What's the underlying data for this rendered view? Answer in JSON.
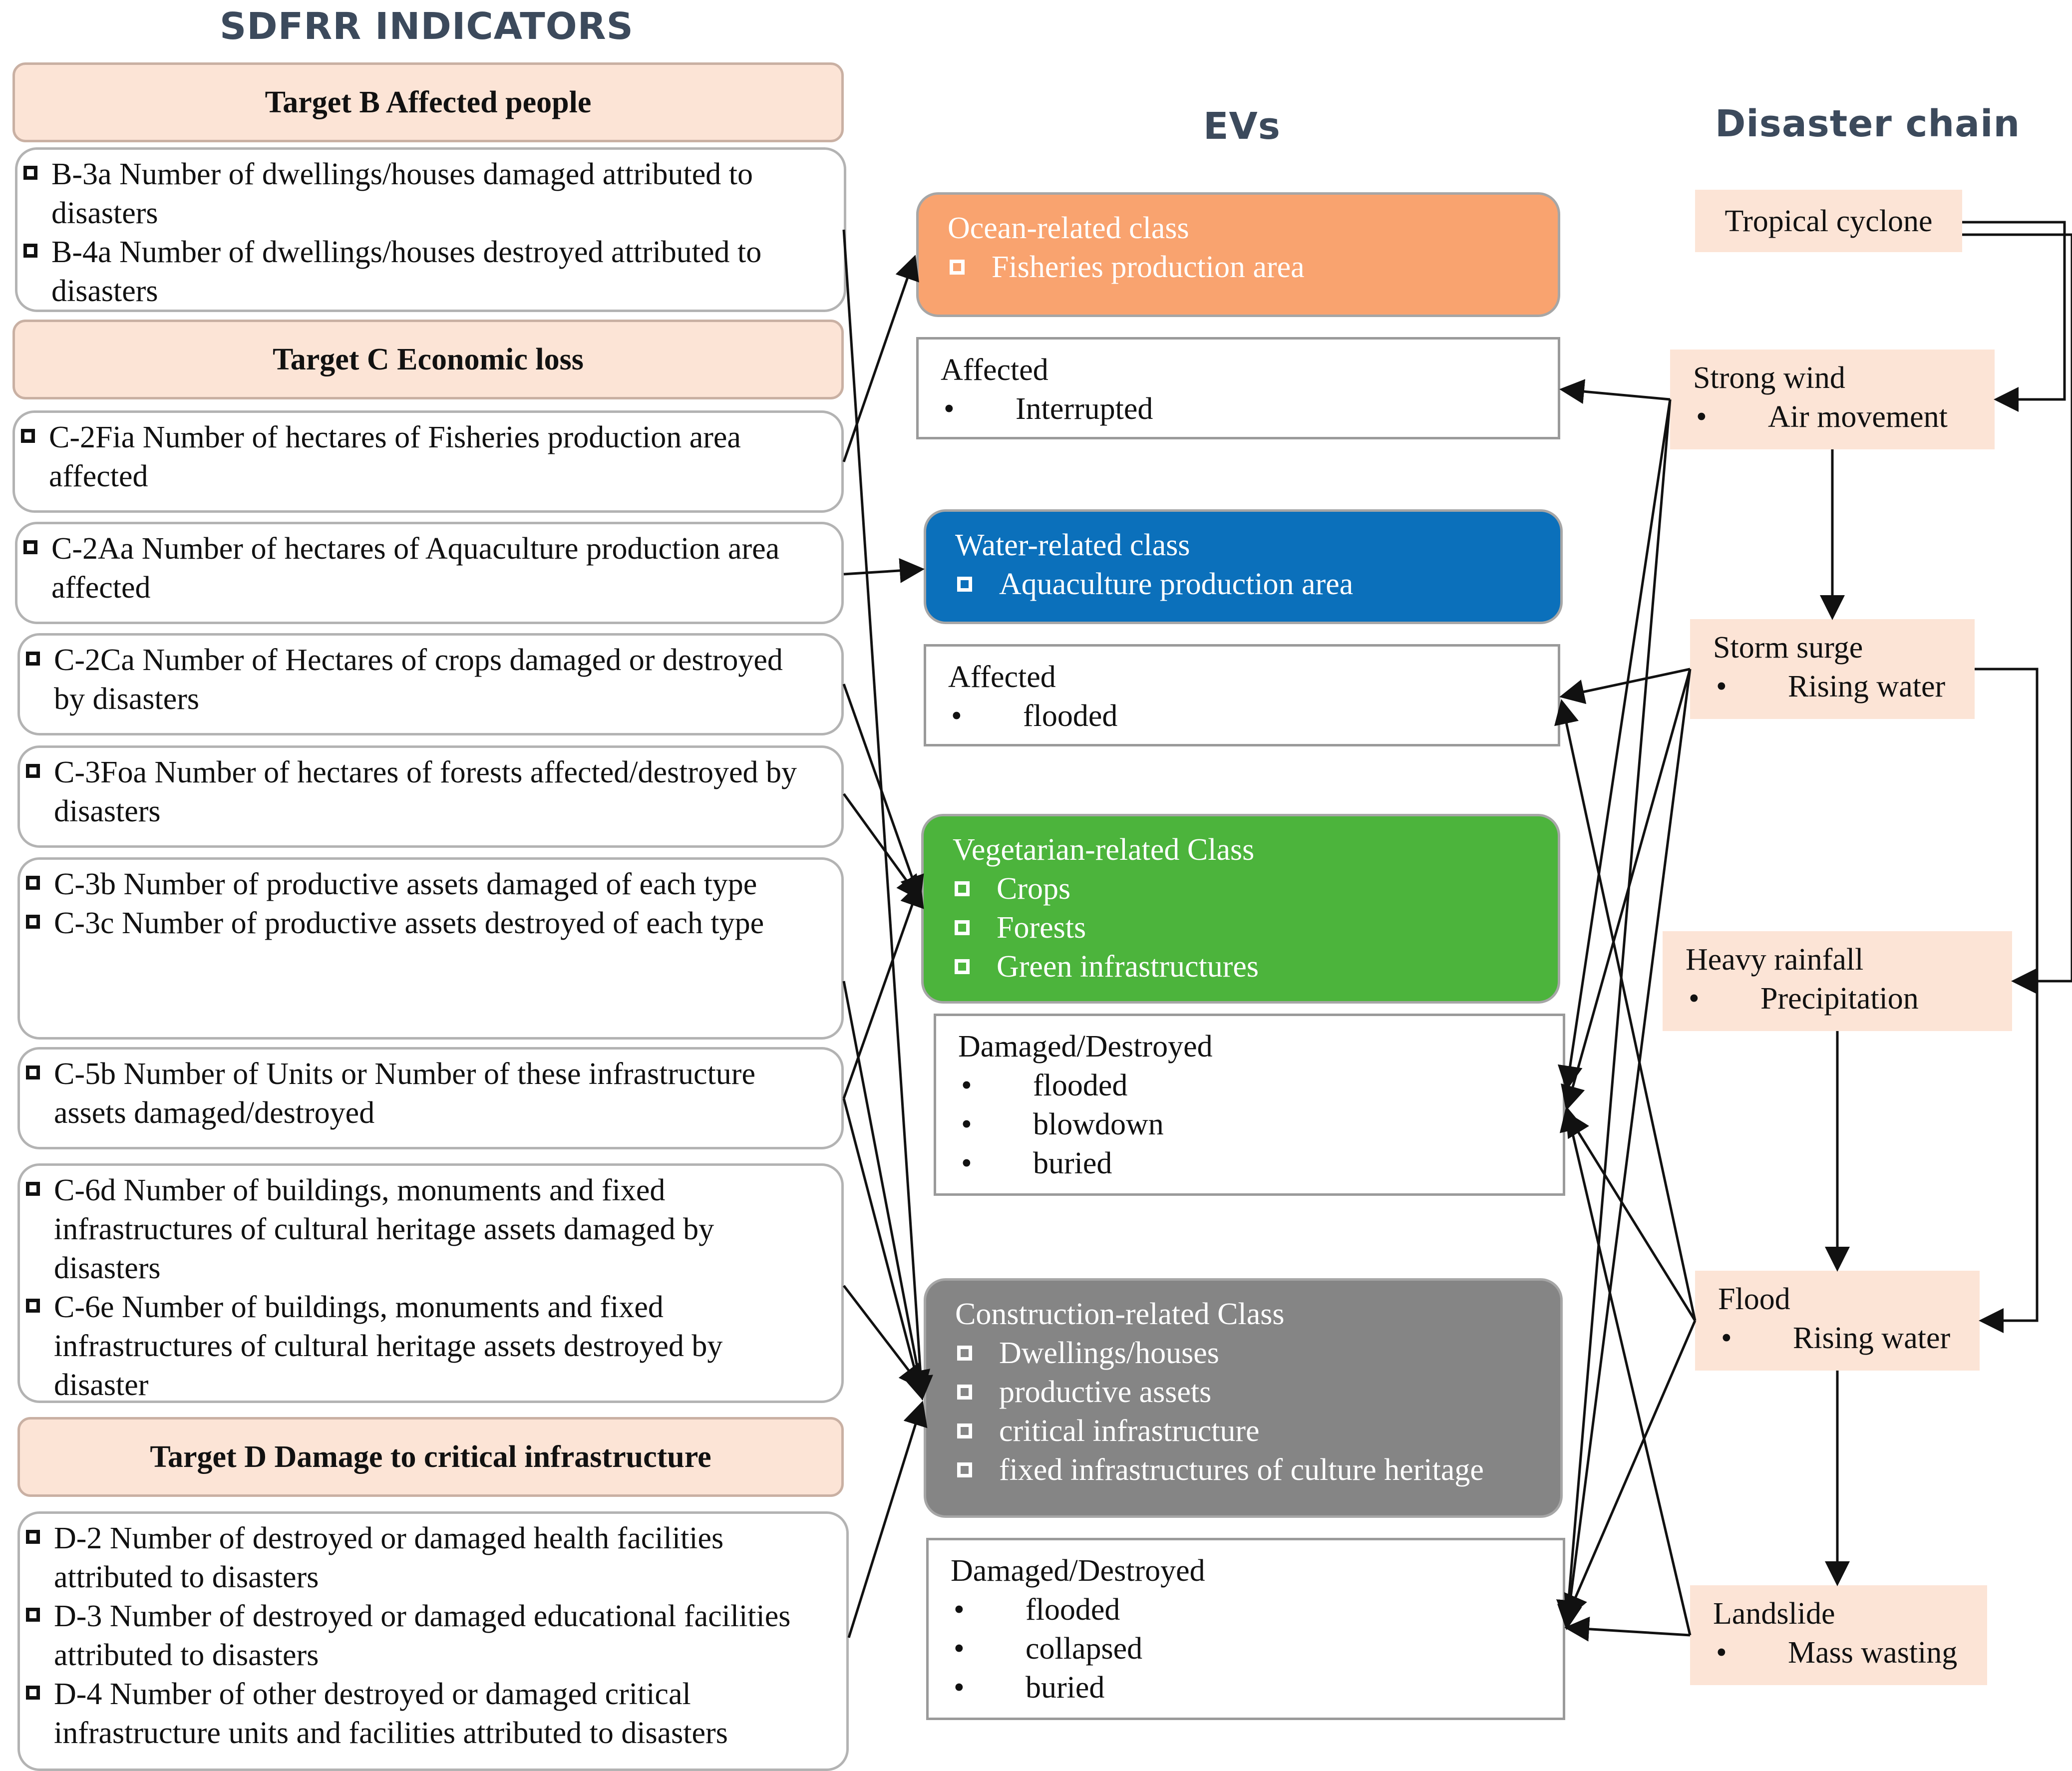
{
  "headings": {
    "indicators": "SDFRR INDICATORS",
    "evs": "EVs",
    "chain": "Disaster chain"
  },
  "targets": {
    "b": "Target B Affected people",
    "c": "Target C Economic loss",
    "d": "Target D Damage to critical infrastructure"
  },
  "indicators": {
    "b3a": "B-3a Number of dwellings/houses damaged attributed to disasters",
    "b4a": "B-4a Number of dwellings/houses destroyed attributed to disasters",
    "c2fia": "C-2Fia Number of hectares of Fisheries production area affected",
    "c2aa": "C-2Aa Number of hectares of Aquaculture production area affected",
    "c2ca": "C-2Ca Number of Hectares of crops damaged or destroyed by disasters",
    "c3foa": "C-3Foa Number of hectares of forests affected/destroyed by disasters",
    "c3b": "C-3b Number of productive assets damaged of each type",
    "c3c": "C-3c Number of productive assets destroyed of each type",
    "c5b": "C-5b Number of Units or Number of these infrastructure assets damaged/destroyed",
    "c6d": "C-6d Number of buildings, monuments and fixed infrastructures of cultural heritage assets damaged by disasters",
    "c6e": "C-6e Number of buildings, monuments and fixed infrastructures of cultural heritage assets destroyed by disaster",
    "d2": "D-2 Number of destroyed or damaged health facilities attributed to disasters",
    "d3": "D-3 Number of destroyed or damaged educational facilities attributed to disasters",
    "d4": "D-4 Number of other destroyed or damaged critical infrastructure units and facilities attributed to disasters"
  },
  "evs": {
    "ocean": {
      "title": "Ocean-related class",
      "items": [
        "Fisheries production area"
      ],
      "color": "#f9a36f"
    },
    "ocean_state": {
      "title": "Affected",
      "items": [
        "Interrupted"
      ]
    },
    "water": {
      "title": "Water-related class",
      "items": [
        "Aquaculture production area"
      ],
      "color": "#0b70bb"
    },
    "water_state": {
      "title": "Affected",
      "items": [
        "flooded"
      ]
    },
    "veg": {
      "title": "Vegetarian-related Class",
      "items": [
        "Crops",
        "Forests",
        "Green infrastructures"
      ],
      "color": "#4cb43c"
    },
    "veg_state": {
      "title": "Damaged/Destroyed",
      "items": [
        "flooded",
        "blowdown",
        "buried"
      ]
    },
    "cons": {
      "title": "Construction-related Class",
      "items": [
        "Dwellings/houses",
        "productive assets",
        "critical infrastructure",
        "fixed infrastructures of culture heritage"
      ],
      "color": "#858585"
    },
    "cons_state": {
      "title": "Damaged/Destroyed",
      "items": [
        "flooded",
        "collapsed",
        "buried"
      ]
    }
  },
  "chain": {
    "cyclone": {
      "title": "Tropical cyclone"
    },
    "wind": {
      "title": "Strong wind",
      "sub": "Air movement"
    },
    "surge": {
      "title": "Storm surge",
      "sub": "Rising water"
    },
    "rain": {
      "title": "Heavy rainfall",
      "sub": "Precipitation"
    },
    "flood": {
      "title": "Flood",
      "sub": "Rising water"
    },
    "landslide": {
      "title": "Landslide",
      "sub": "Mass wasting"
    }
  },
  "bullet": "•",
  "colors": {
    "target_fill": "#fce4d6",
    "heading": "#3c4a5c",
    "arrow": "#111111"
  }
}
